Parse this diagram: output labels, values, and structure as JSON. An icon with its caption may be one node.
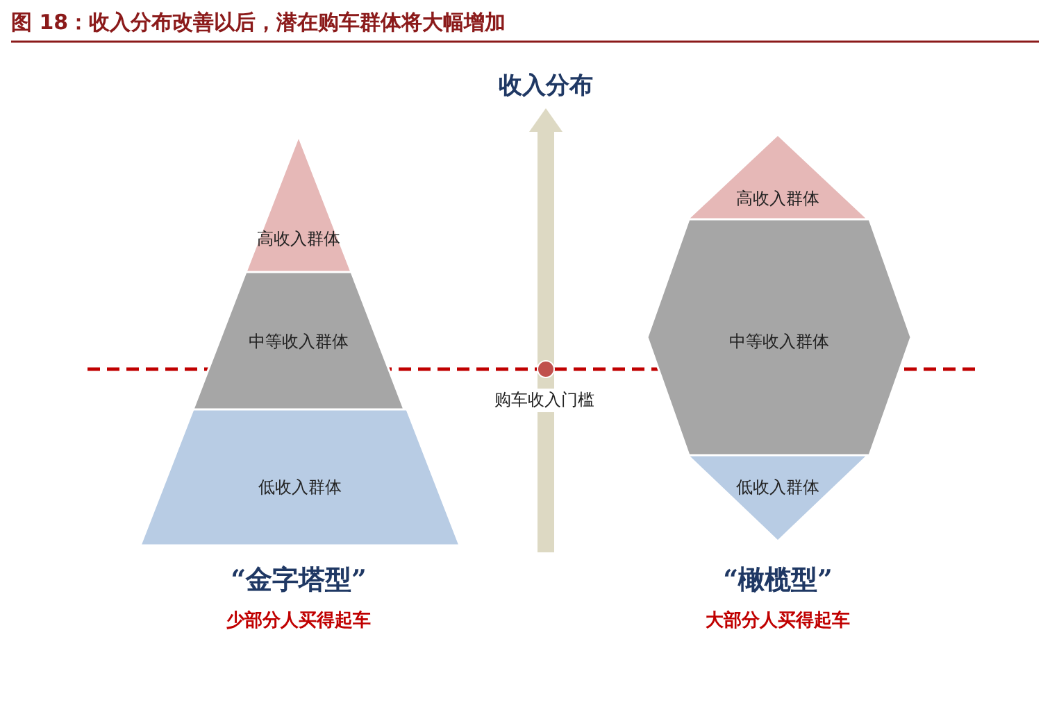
{
  "diagram": {
    "title": "图 18：收入分布改善以后，潜在购车群体将大幅增加",
    "nodes": [
      {
        "text": [
          "高收入群体"
        ]
      },
      {
        "text": [
          "中等收入群体"
        ]
      },
      {
        "text": [
          "低收入群体"
        ]
      },
      {
        "text": [
          "高收入群体"
        ]
      },
      {
        "text": [
          "中等收入群体"
        ]
      },
      {
        "text": [
          "低收入群体"
        ]
      }
    ],
    "edges": [],
    "labels": [
      "收入分布",
      "购车收入门槛",
      "“金字塔型”",
      "少部分人买得起车",
      "“橄榄型”",
      "大部分人买得起车"
    ]
  }
}
